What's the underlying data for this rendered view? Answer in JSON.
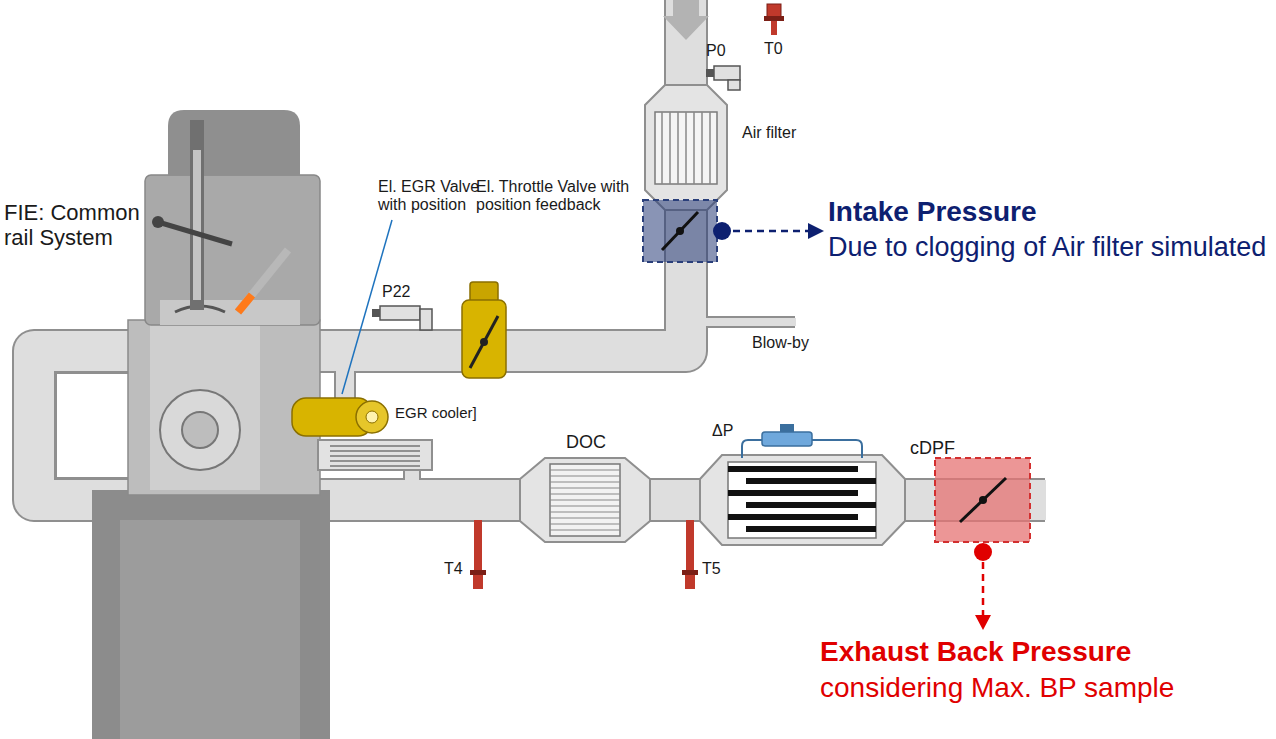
{
  "diagram": {
    "labels": [
      "FIE: Common rail System",
      "El. EGR Valve with position",
      "El. Throttle Valve with position feedback",
      "P0",
      "T0",
      "Air filter",
      "Intake Pressure",
      "Due to clogging of Air filter simulated",
      "P22",
      "Blow-by",
      "EGR cooler]",
      "DOC",
      "ΔP",
      "cDPF",
      "T4",
      "T5",
      "Exhaust Back Pressure",
      "considering Max. BP sample"
    ]
  }
}
